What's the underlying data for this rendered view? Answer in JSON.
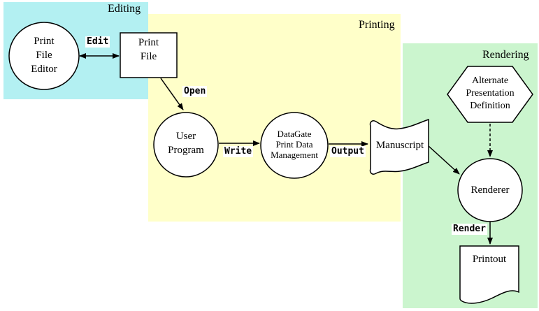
{
  "regions": {
    "editing": {
      "label": "Editing",
      "color": "#B3F0F2"
    },
    "printing": {
      "label": "Printing",
      "color": "#FFFFC9"
    },
    "rendering": {
      "label": "Rendering",
      "color": "#CBF5CE"
    }
  },
  "nodes": {
    "print_file_editor": {
      "label": "Print\nFile\nEditor",
      "shape": "ellipse"
    },
    "print_file": {
      "label": "Print\nFile",
      "shape": "rectangle"
    },
    "user_program": {
      "label": "User\nProgram",
      "shape": "ellipse"
    },
    "datagate": {
      "label": "DataGate\nPrint Data\nManagement",
      "shape": "ellipse"
    },
    "manuscript": {
      "label": "Manuscript",
      "shape": "wavy-document"
    },
    "alternate_presentation_definition": {
      "label": "Alternate\nPresentation\nDefinition",
      "shape": "hexagon"
    },
    "renderer": {
      "label": "Renderer",
      "shape": "ellipse"
    },
    "printout": {
      "label": "Printout",
      "shape": "document"
    }
  },
  "edges": {
    "edit": {
      "label": "Edit",
      "from": "print_file_editor",
      "to": "print_file",
      "style": "double-arrow"
    },
    "open": {
      "label": "Open",
      "from": "print_file",
      "to": "user_program",
      "style": "arrow"
    },
    "write": {
      "label": "Write",
      "from": "user_program",
      "to": "datagate",
      "style": "arrow"
    },
    "output": {
      "label": "Output",
      "from": "datagate",
      "to": "manuscript",
      "style": "arrow"
    },
    "manuscript_to_renderer": {
      "label": "",
      "from": "manuscript",
      "to": "renderer",
      "style": "arrow"
    },
    "apd_to_renderer": {
      "label": "",
      "from": "alternate_presentation_definition",
      "to": "renderer",
      "style": "dashed-arrow"
    },
    "render": {
      "label": "Render",
      "from": "renderer",
      "to": "printout",
      "style": "arrow"
    }
  },
  "line_color": "#000000"
}
